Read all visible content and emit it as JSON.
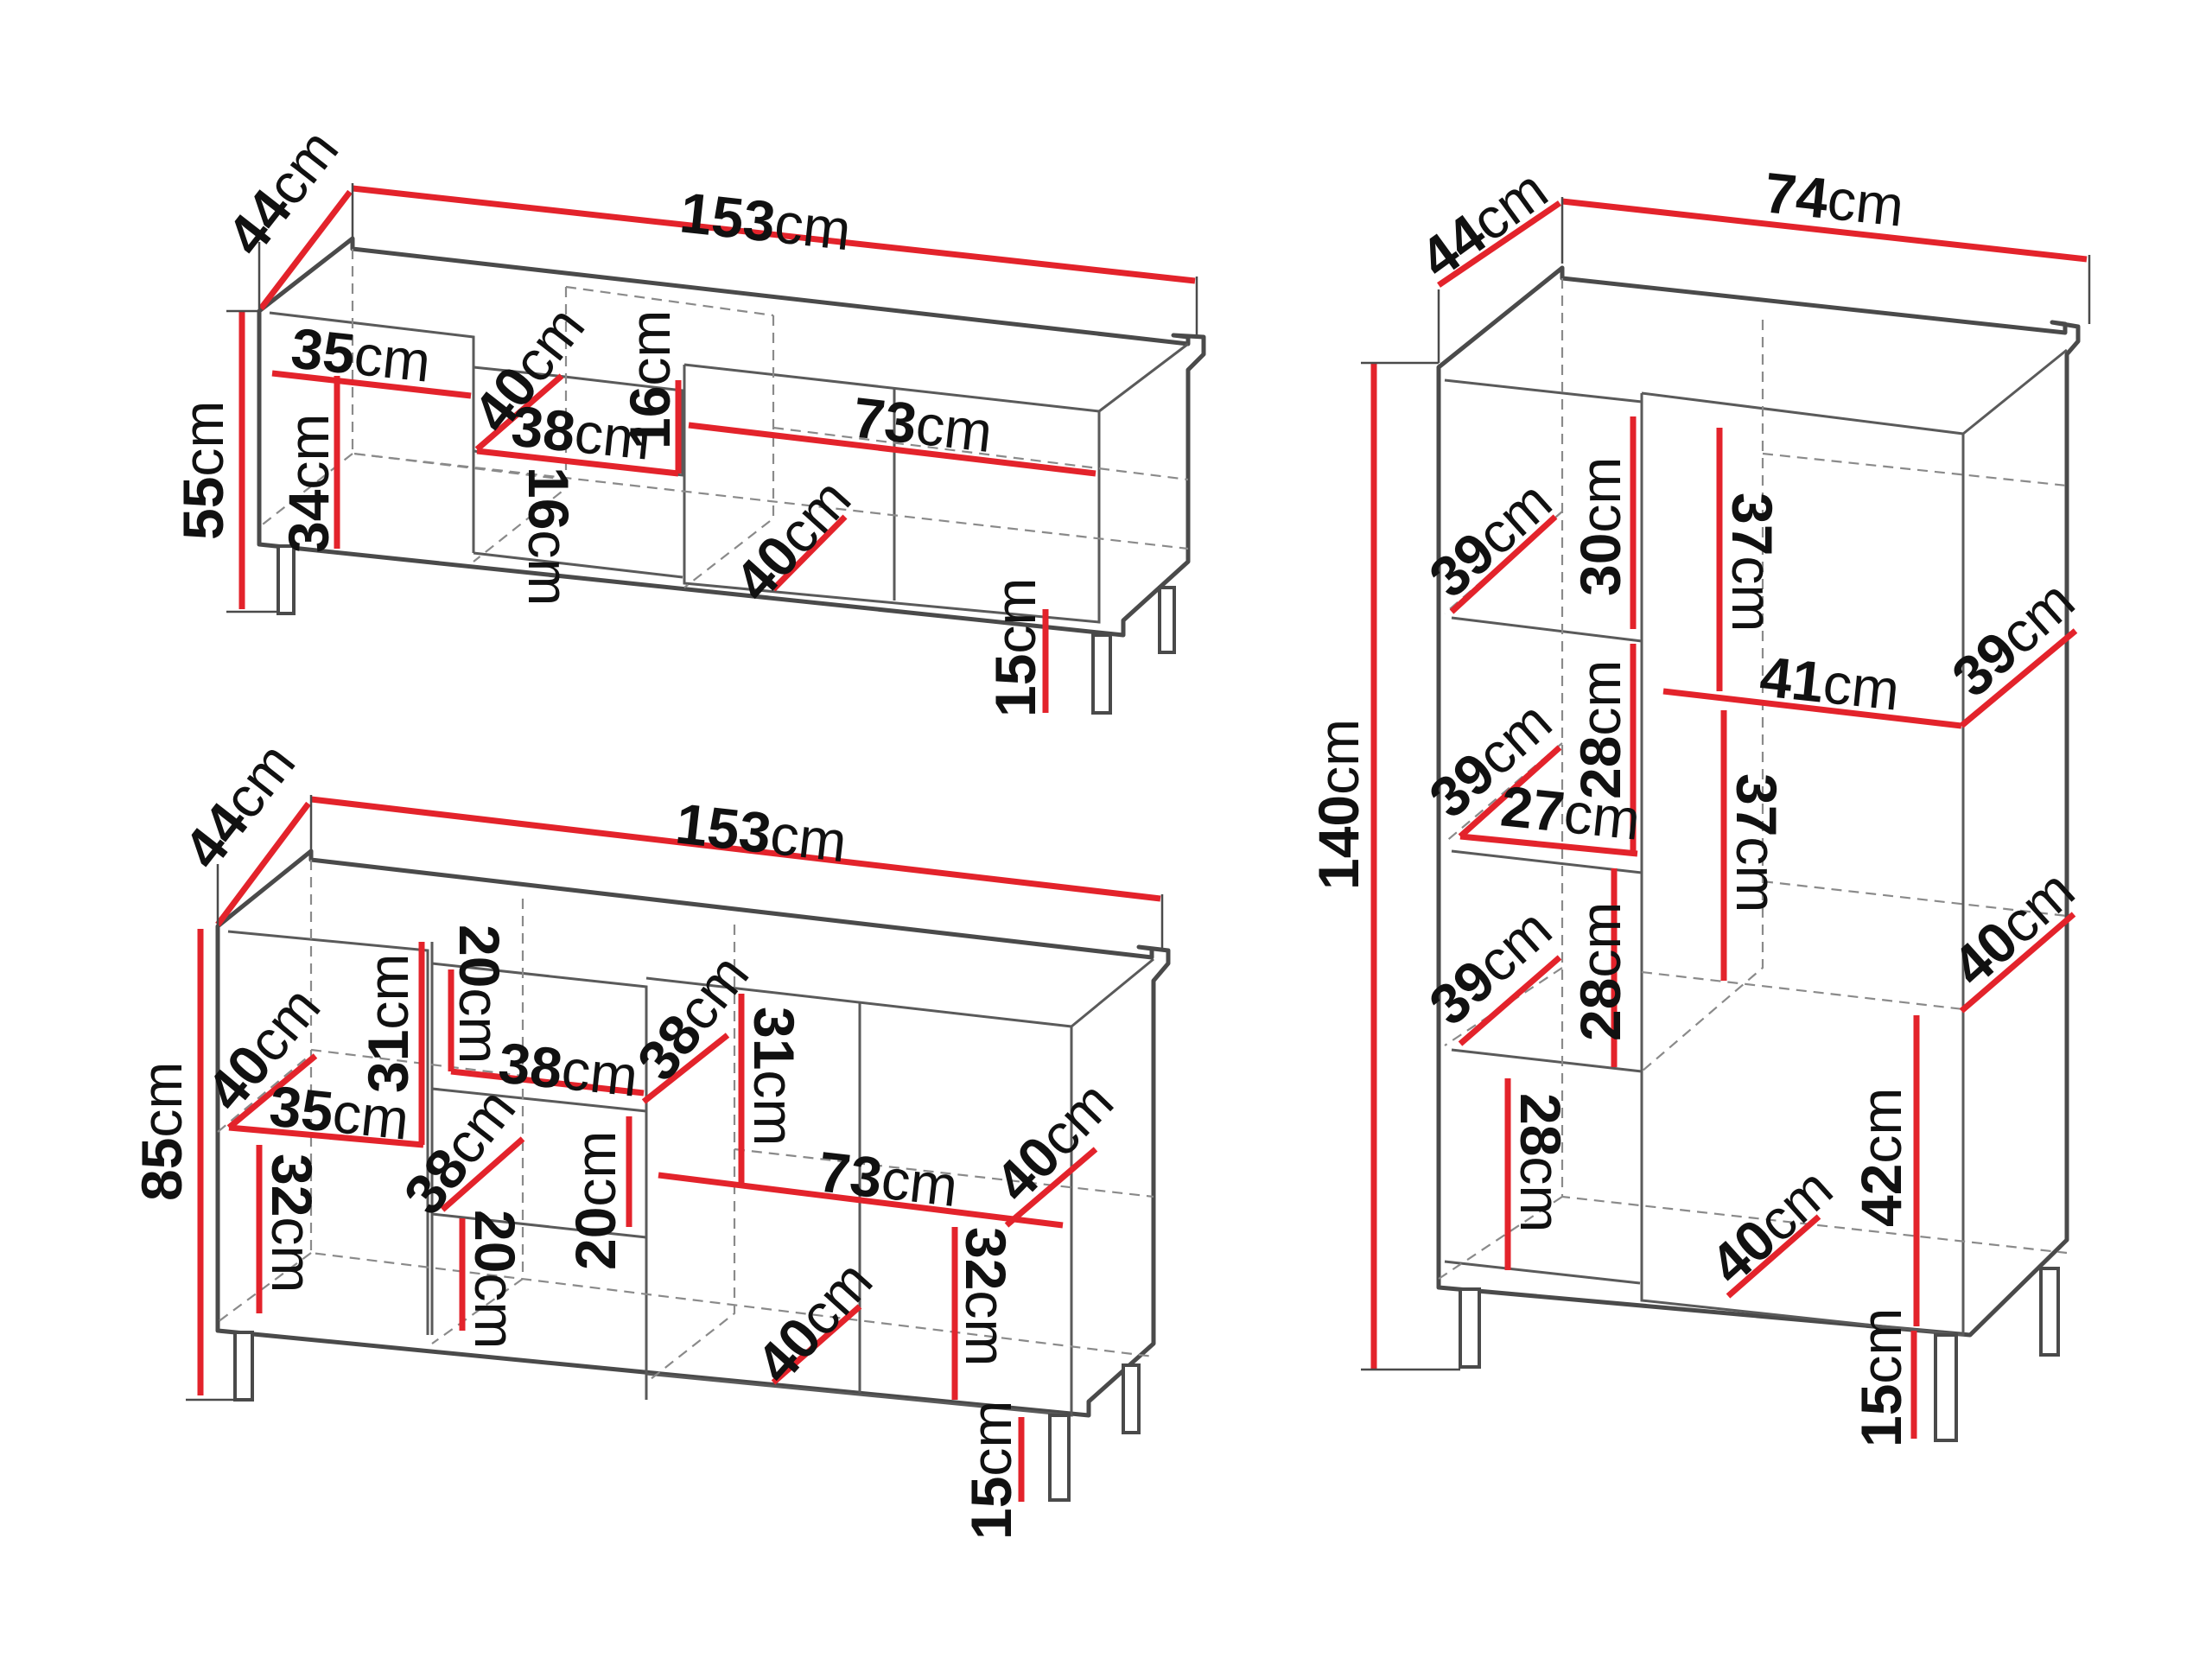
{
  "dimension_color": "#e3232b",
  "outline_color": "#4a4a4a",
  "units": "cm",
  "labels": [
    {
      "id": "top-width",
      "num": "153",
      "unit": "cm"
    },
    {
      "id": "top-depth",
      "num": "44",
      "unit": "cm"
    },
    {
      "id": "top-height",
      "num": "55",
      "unit": "cm"
    },
    {
      "id": "top-drawer-width",
      "num": "35",
      "unit": "cm"
    },
    {
      "id": "top-drawer-depth",
      "num": "40",
      "unit": "cm"
    },
    {
      "id": "top-drawer-height",
      "num": "34",
      "unit": "cm"
    },
    {
      "id": "top-niche-width",
      "num": "38",
      "unit": "cm"
    },
    {
      "id": "top-niche-height-upper",
      "num": "16",
      "unit": "cm"
    },
    {
      "id": "top-niche-height-lower",
      "num": "16",
      "unit": "cm"
    },
    {
      "id": "top-compartment-width",
      "num": "73",
      "unit": "cm"
    },
    {
      "id": "top-compartment-depth",
      "num": "40",
      "unit": "cm"
    },
    {
      "id": "top-leg-height",
      "num": "15",
      "unit": "cm"
    },
    {
      "id": "mid-width",
      "num": "153",
      "unit": "cm"
    },
    {
      "id": "mid-depth",
      "num": "44",
      "unit": "cm"
    },
    {
      "id": "mid-height",
      "num": "85",
      "unit": "cm"
    },
    {
      "id": "mid-left-depth",
      "num": "40",
      "unit": "cm"
    },
    {
      "id": "mid-left-width",
      "num": "35",
      "unit": "cm"
    },
    {
      "id": "mid-left-upper-height",
      "num": "31",
      "unit": "cm"
    },
    {
      "id": "mid-left-lower-height",
      "num": "32",
      "unit": "cm"
    },
    {
      "id": "mid-center-top-height",
      "num": "20",
      "unit": "cm"
    },
    {
      "id": "mid-center-width",
      "num": "38",
      "unit": "cm"
    },
    {
      "id": "mid-center-depth-upper",
      "num": "38",
      "unit": "cm"
    },
    {
      "id": "mid-center-depth-lower",
      "num": "38",
      "unit": "cm"
    },
    {
      "id": "mid-center-mid-height",
      "num": "20",
      "unit": "cm"
    },
    {
      "id": "mid-center-bottom-height",
      "num": "20",
      "unit": "cm"
    },
    {
      "id": "mid-right-upper-height",
      "num": "31",
      "unit": "cm"
    },
    {
      "id": "mid-right-width",
      "num": "73",
      "unit": "cm"
    },
    {
      "id": "mid-right-depth-upper",
      "num": "40",
      "unit": "cm"
    },
    {
      "id": "mid-right-depth-lower",
      "num": "40",
      "unit": "cm"
    },
    {
      "id": "mid-right-lower-height",
      "num": "32",
      "unit": "cm"
    },
    {
      "id": "mid-leg-height",
      "num": "15",
      "unit": "cm"
    },
    {
      "id": "tall-width",
      "num": "74",
      "unit": "cm"
    },
    {
      "id": "tall-depth",
      "num": "44",
      "unit": "cm"
    },
    {
      "id": "tall-height",
      "num": "140",
      "unit": "cm"
    },
    {
      "id": "tall-shelf1-depth",
      "num": "39",
      "unit": "cm"
    },
    {
      "id": "tall-shelf1-height",
      "num": "30",
      "unit": "cm"
    },
    {
      "id": "tall-shelf2-depth",
      "num": "39",
      "unit": "cm"
    },
    {
      "id": "tall-shelf2-height",
      "num": "28",
      "unit": "cm"
    },
    {
      "id": "tall-shelf-width",
      "num": "27",
      "unit": "cm"
    },
    {
      "id": "tall-shelf3-depth",
      "num": "39",
      "unit": "cm"
    },
    {
      "id": "tall-shelf3-height",
      "num": "28",
      "unit": "cm"
    },
    {
      "id": "tall-bottom-left-height",
      "num": "28",
      "unit": "cm"
    },
    {
      "id": "tall-right-upper-height",
      "num": "37",
      "unit": "cm"
    },
    {
      "id": "tall-right-width",
      "num": "41",
      "unit": "cm"
    },
    {
      "id": "tall-right-upper-depth",
      "num": "39",
      "unit": "cm"
    },
    {
      "id": "tall-right-mid-height",
      "num": "37",
      "unit": "cm"
    },
    {
      "id": "tall-right-lower-depth",
      "num": "40",
      "unit": "cm"
    },
    {
      "id": "tall-right-lower-height",
      "num": "42",
      "unit": "cm"
    },
    {
      "id": "tall-bottom-depth",
      "num": "40",
      "unit": "cm"
    },
    {
      "id": "tall-leg-height",
      "num": "15",
      "unit": "cm"
    }
  ]
}
